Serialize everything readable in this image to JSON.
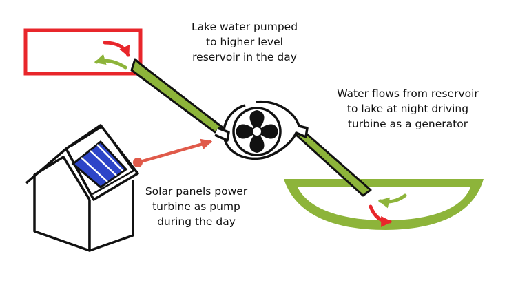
{
  "labels": {
    "pumping": "Lake water pumped\nto higher level\nreservoir in the day",
    "generating": "Water flows from reservoir\nto lake at night driving\nturbine as a generator",
    "solar": "Solar panels power\nturbine as pump\nduring the day"
  },
  "colors": {
    "reservoir_outline": "#e8262b",
    "pipe_fill": "#8db43a",
    "lake_fill": "#8db43a",
    "solar_panel": "#2d45c8",
    "power_arrow": "#e05a4a",
    "flow_arrow_red": "#e8262b",
    "flow_arrow_green": "#8db43a",
    "outline": "#111111"
  },
  "icons": {
    "turbine": "fan-turbine-icon",
    "house": "house-icon",
    "solar_panel": "solar-panel-icon"
  }
}
